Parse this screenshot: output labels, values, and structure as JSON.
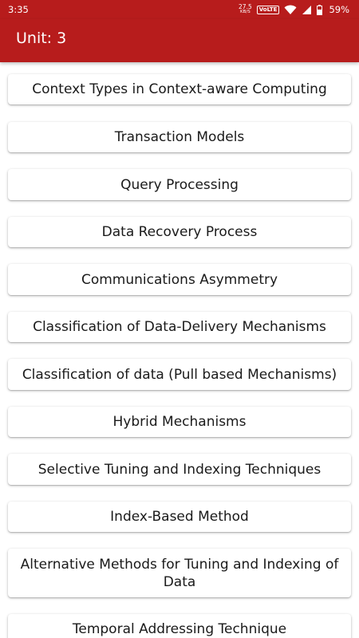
{
  "status_bar": {
    "time": "3:35",
    "speed_value": "27.5",
    "speed_unit": "KB/S",
    "network_badge": "VoLTE",
    "battery": "59%"
  },
  "app_bar": {
    "title": "Unit: 3"
  },
  "topics": [
    "Context Types in Context-aware Computing",
    "Transaction Models",
    "Query Processing",
    "Data Recovery Process",
    "Communications Asymmetry",
    "Classification of Data-Delivery Mechanisms",
    "Classification of data (Pull based Mechanisms)",
    "Hybrid Mechanisms",
    "Selective Tuning and Indexing Techniques",
    "Index-Based Method",
    "Alternative Methods for Tuning and Indexing of Data",
    "Temporal Addressing Technique"
  ],
  "colors": {
    "primary": "#b71c1c",
    "card": "#ffffff",
    "text": "#1a1a1a"
  }
}
